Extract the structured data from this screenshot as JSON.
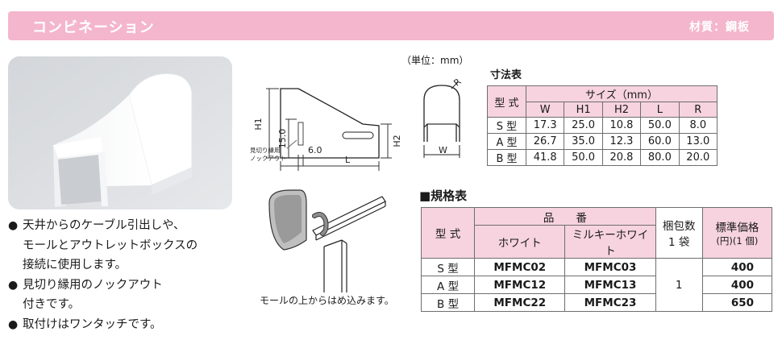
{
  "header": {
    "title": "コンビネーション",
    "material": "材質：鋼板"
  },
  "features": [
    {
      "lines": [
        "天井からのケーブル引出しや、",
        "モールとアウトレットボックスの",
        "接続に使用します。"
      ]
    },
    {
      "lines": [
        "見切り縁用のノックアウト",
        "付きです。"
      ]
    },
    {
      "lines": [
        "取付けはワンタッチです。"
      ]
    }
  ],
  "diagram": {
    "unit": "（単位：mm）",
    "side_labels": {
      "h1": "H1",
      "h150": "15.0",
      "h2": "H2",
      "d60": "6.0",
      "l": "L",
      "knockout_1": "見切り縁用",
      "knockout_2": "ノックアウト"
    },
    "end_labels": {
      "r": "R",
      "w": "W"
    },
    "install_caption": "モールの上からはめ込みます。"
  },
  "dimension_table": {
    "title": "寸法表",
    "type_header": "型 式",
    "size_header": "サイズ（mm）",
    "columns": [
      "W",
      "H1",
      "H2",
      "L",
      "R"
    ],
    "rows": [
      {
        "type": "S 型",
        "values": [
          "17.3",
          "25.0",
          "10.8",
          "50.0",
          "8.0"
        ]
      },
      {
        "type": "A 型",
        "values": [
          "26.7",
          "35.0",
          "12.3",
          "60.0",
          "13.0"
        ]
      },
      {
        "type": "B 型",
        "values": [
          "41.8",
          "50.0",
          "20.8",
          "80.0",
          "20.0"
        ]
      }
    ]
  },
  "spec_table": {
    "title": "■規格表",
    "type_header": "型 式",
    "part_header": "品　　番",
    "white_header": "ホワイト",
    "milky_header": "ミルキーホワイト",
    "pack_header_1": "梱包数",
    "pack_header_2": "1 袋",
    "price_header_1": "標準価格",
    "price_header_2": "(円)(1 個)",
    "pack_value": "1",
    "rows": [
      {
        "type": "S 型",
        "white": "MFMC02",
        "milky": "MFMC03",
        "price": "400"
      },
      {
        "type": "A 型",
        "white": "MFMC12",
        "milky": "MFMC13",
        "price": "400"
      },
      {
        "type": "B 型",
        "white": "MFMC22",
        "milky": "MFMC23",
        "price": "650"
      }
    ]
  },
  "colors": {
    "accent_pink": "#f4b6cc",
    "table_head_pink": "#f6d3df"
  }
}
